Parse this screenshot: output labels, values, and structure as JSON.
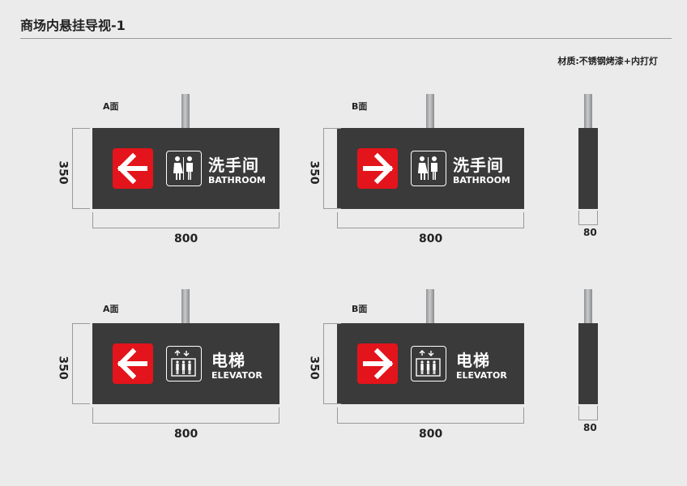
{
  "page_title": "商场内悬挂导视-1",
  "material": "材质:不锈钢烤漆+内打灯",
  "rows": [
    {
      "panels": [
        {
          "face": "A面",
          "arrow": "left-arrow",
          "icon": "restroom-icon",
          "cn": "洗手间",
          "en": "BATHROOM",
          "height": "350",
          "width": "800"
        },
        {
          "face": "B面",
          "arrow": "right-arrow",
          "icon": "restroom-icon",
          "cn": "洗手间",
          "en": "BATHROOM",
          "height": "350",
          "width": "800"
        }
      ],
      "side": {
        "depth": "80"
      }
    },
    {
      "panels": [
        {
          "face": "A面",
          "arrow": "left-arrow",
          "icon": "elevator-icon",
          "cn": "电梯",
          "en": "ELEVATOR",
          "height": "350",
          "width": "800"
        },
        {
          "face": "B面",
          "arrow": "right-arrow",
          "icon": "elevator-icon",
          "cn": "电梯",
          "en": "ELEVATOR",
          "height": "350",
          "width": "800"
        }
      ],
      "side": {
        "depth": "80"
      }
    }
  ],
  "colors": {
    "sign_body": "#3a3a3a",
    "arrow_red": "#e3141b",
    "background": "#ebebec",
    "text_on_sign": "#ffffff"
  }
}
